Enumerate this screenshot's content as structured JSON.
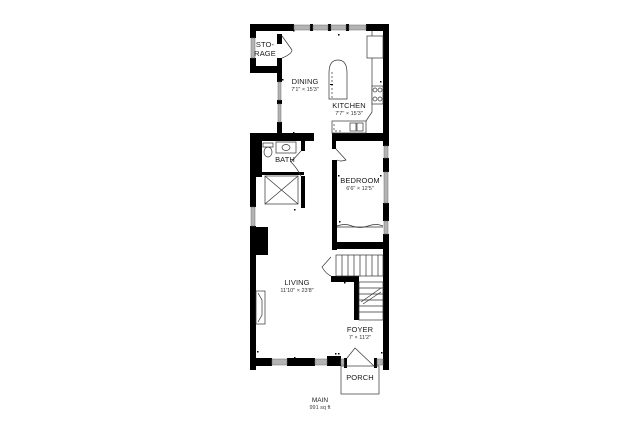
{
  "floor": {
    "name": "MAIN",
    "area": "991 sq ft"
  },
  "rooms": {
    "storage": {
      "name": "STO-\nRAGE",
      "line1": "STO-",
      "line2": "RAGE"
    },
    "dining": {
      "name": "DINING",
      "dims": "7'1\" × 15'3\""
    },
    "kitchen": {
      "name": "KITCHEN",
      "dims": "7'7\" × 15'3\""
    },
    "bath": {
      "name": "BATH"
    },
    "bedroom": {
      "name": "BEDROOM",
      "dims": "6'6\" × 12'5\""
    },
    "living": {
      "name": "LIVING",
      "dims": "11'10\" × 23'8\""
    },
    "foyer": {
      "name": "FOYER",
      "dims": "7' × 11'2\""
    },
    "porch": {
      "name": "PORCH"
    }
  },
  "colors": {
    "wall": "#000000",
    "window": "#b3b3b3",
    "background": "#ffffff"
  }
}
